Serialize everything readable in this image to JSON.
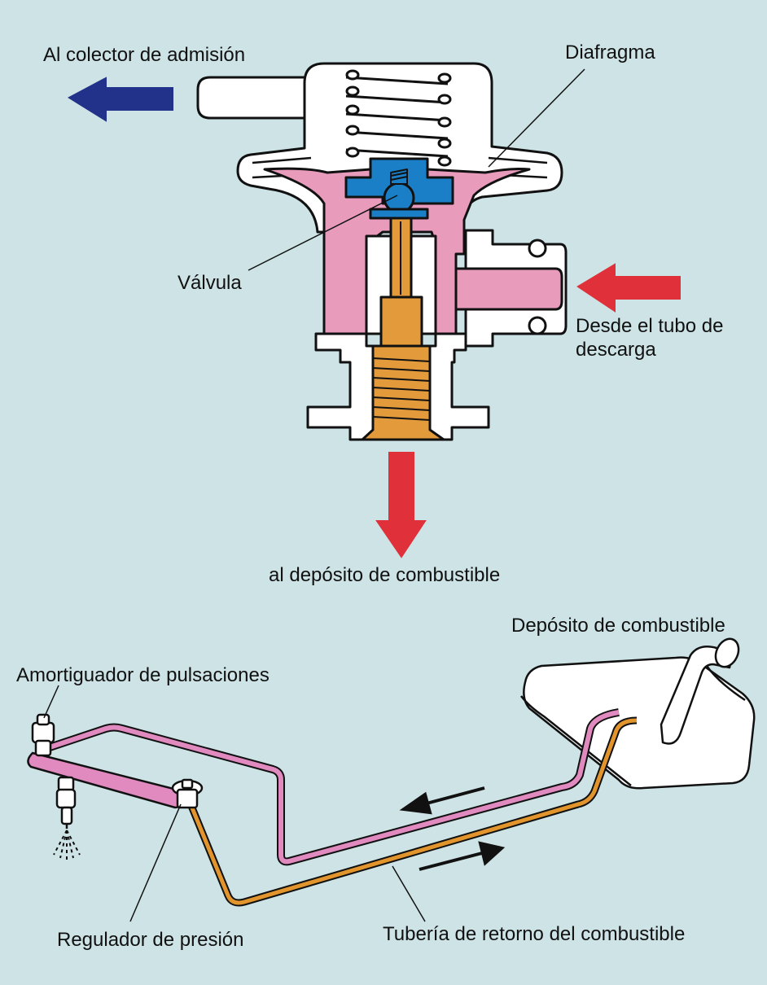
{
  "labels": {
    "intake": "Al colector de admisión",
    "diaphragm": "Diafragma",
    "valve": "Válvula",
    "from_pipe_1": "Desde el tubo de",
    "from_pipe_2": "descarga",
    "to_tank": "al depósito de combustible",
    "tank": "Depósito de combustible",
    "damper": "Amortiguador de pulsaciones",
    "regulator": "Regulador de presión",
    "return_line": "Tubería de retorno del combustible"
  },
  "colors": {
    "background": "#cde3e6",
    "fuel_chamber": "#e89bbb",
    "valve_body": "#1a7fc6",
    "plunger": "#e39a3a",
    "arrow_blue": "#22328a",
    "arrow_red": "#e0303a",
    "feed_line": "#e08abf",
    "return_pipe": "#e3952d"
  }
}
